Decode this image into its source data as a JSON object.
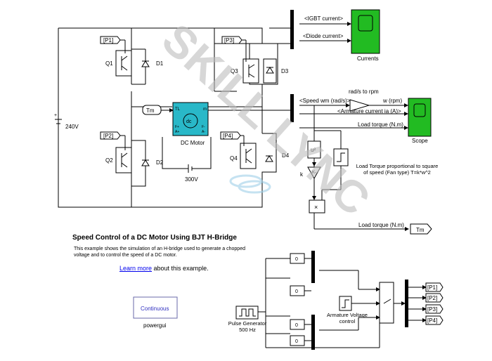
{
  "signals": {
    "igbt_current": "<IGBT current>",
    "diode_current": "<Diode current>",
    "speed_wm": "<Speed wm (rad/s)>",
    "armature_current": "<Armature current ia (A)>",
    "load_torque": "Load torque (N.m)",
    "load_torque_out": "Load torque (N.m)",
    "rads_to_rpm": "rad/s to rpm",
    "w_rpm": "w (rpm)"
  },
  "blocks": {
    "currents_scope": "Currents",
    "scope": "Scope",
    "dc_motor": "DC Motor",
    "dc_label": "dc",
    "q1": "Q1",
    "q2": "Q2",
    "q3": "Q3",
    "q4": "Q4",
    "d1": "D1",
    "d2": "D2",
    "d3": "D3",
    "d4": "D4",
    "source_240": "240V",
    "source_300": "300V",
    "tm_in": "Tm",
    "tm_out": "Tm",
    "goto_p1": "[P1]",
    "goto_p2": "[P2]",
    "goto_p3": "[P3]",
    "goto_p4": "[P4]",
    "from_p1": "[P1]",
    "from_p2": "[P2]",
    "from_p3": "[P3]",
    "from_p4": "[P4]",
    "k_gain": "k",
    "k_gain_block": "-K-",
    "u2": "u²",
    "mult": "×",
    "fan_note": "Load Torque proportional to square of speed (Fan type) T=k*w^2",
    "const_0a": "0",
    "const_0b": "0",
    "const_0c": "0",
    "const_0d": "0",
    "pulse_gen": "Pulse Generator 500 Hz",
    "armature_ctrl": "Armature Voltage control",
    "powergui_block": "Continuous",
    "powergui": "powergui",
    "port_tl": "TL",
    "port_m": "m",
    "port_a_plus": "A+",
    "port_f_plus": "F+",
    "port_a_minus": "A-",
    "port_f_minus": "F-"
  },
  "description": {
    "title": "Speed Control of a DC Motor Using BJT H-Bridge",
    "body": "This example shows the simulation of an H-bridge used to generate a chopped voltage and to control the speed of a DC motor.",
    "link": "Learn more",
    "link_suffix": " about this example."
  },
  "watermark": "SKILL LYNC",
  "colors": {
    "motor_fill": "#29b8c8",
    "scope_fill": "#22bb22",
    "wire": "#000000",
    "link": "#0000ee",
    "watermark": "#bdbdbd"
  }
}
